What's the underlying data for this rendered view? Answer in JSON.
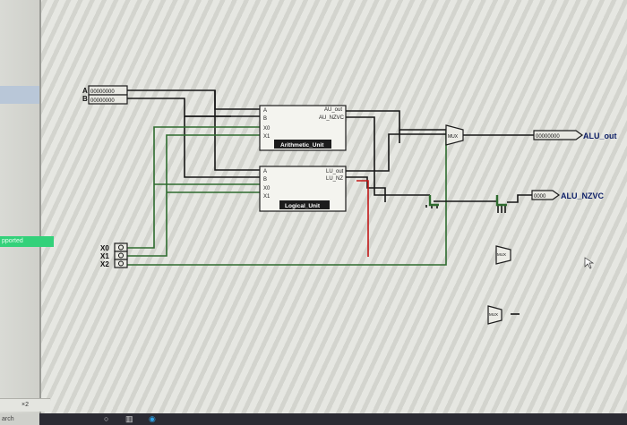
{
  "sidebar": {
    "status_text": "pported",
    "zoom_value": "×2",
    "search_text": "arch"
  },
  "inputs": {
    "a_label": "A",
    "a_bits": "00000000",
    "b_label": "B",
    "b_bits": "00000000",
    "x0_label": "X0",
    "x1_label": "X1",
    "x2_label": "X2"
  },
  "arithmetic_unit": {
    "title": "Arithmetic_Unit",
    "port_a": "A",
    "port_b": "B",
    "port_x0": "X0",
    "port_x1": "X1",
    "out_result": "AU_out",
    "out_flags": "AU_NZVC"
  },
  "logical_unit": {
    "title": "Logical_Unit",
    "port_a": "A",
    "port_b": "B",
    "port_x0": "X0",
    "port_x1": "X1",
    "out_result": "LU_out",
    "out_flags": "LU_NZ"
  },
  "mux": {
    "label": "MUX"
  },
  "outputs": {
    "alu_out_bits": "00000000",
    "alu_out_label": "ALU_out",
    "alu_nzvc_bits": "0000",
    "alu_nzvc_label": "ALU_NZVC"
  },
  "colors": {
    "wire": "#161616",
    "wire_green": "#2e6b2e",
    "wire_red": "#c21818",
    "label_blue": "#0c1e66",
    "status_green": "#33d17a"
  }
}
